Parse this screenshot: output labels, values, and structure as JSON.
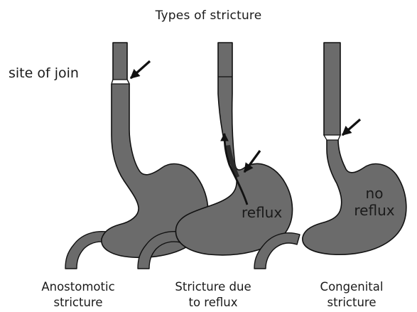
{
  "title": "Types of stricture",
  "colors": {
    "organ_fill": "#6b6b6b",
    "organ_stroke": "#111111",
    "ring_fill": "#ffffff",
    "arrow": "#111111",
    "text": "#1a1a1a"
  },
  "panels": [
    {
      "caption_line1": "Anostomotic",
      "caption_line2": "stricture",
      "annotation": "site of join"
    },
    {
      "caption_line1": "Stricture due",
      "caption_line2": "to reflux",
      "annotation": "reflux"
    },
    {
      "caption_line1": "Congenital",
      "caption_line2": "stricture",
      "annotation_line1": "no",
      "annotation_line2": "reflux"
    }
  ]
}
